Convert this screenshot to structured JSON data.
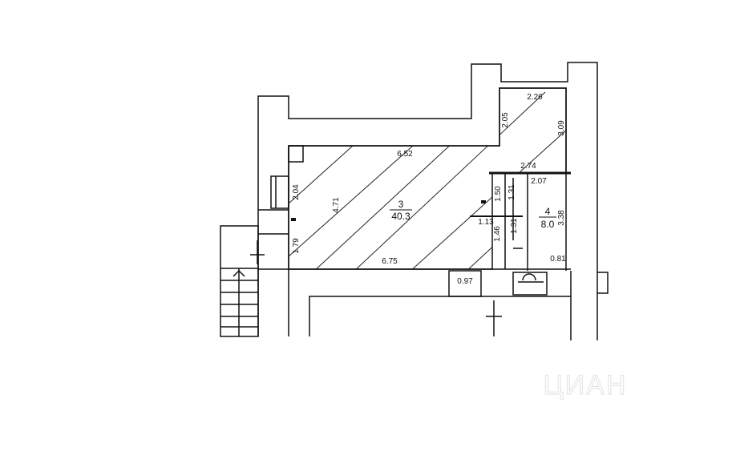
{
  "rooms": [
    {
      "number": "3",
      "area": "40.3"
    },
    {
      "number": "4",
      "area": "8.0"
    }
  ],
  "dimensions": {
    "d_652": "6.52",
    "d_471": "4.71",
    "d_204": "2.04",
    "d_179": "1.79",
    "d_675": "6.75",
    "d_226": "2.26",
    "d_205": "2.05",
    "d_309": "3.09",
    "d_274": "2.74",
    "d_207": "2.07",
    "d_150": "1.50",
    "d_131a": "1.31",
    "d_113": "1.13",
    "d_146": "1.46",
    "d_131b": "1.31",
    "d_338": "3.38",
    "d_081": "0.81",
    "d_097": "0.97"
  },
  "watermark": "ЦИАН"
}
